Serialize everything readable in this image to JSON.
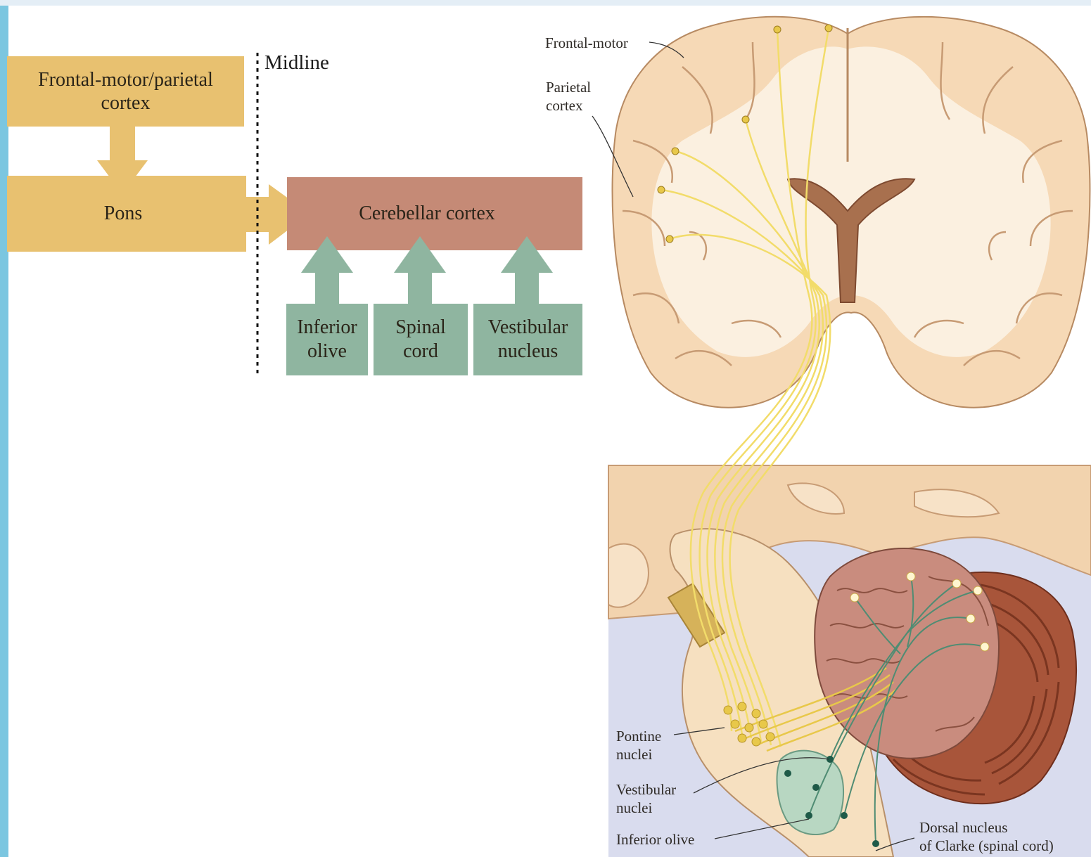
{
  "colors": {
    "yellow_box": "#E8C170",
    "red_box": "#C58A76",
    "green_box": "#8FB5A0",
    "fiber": "#F2DC6A",
    "brain_tissue": "#F6D9B6",
    "brain_white": "#FBF0E0",
    "brainstem_bg": "#D9DCEE",
    "cerebellum_brown": "#A8553A"
  },
  "flow": {
    "top_box": {
      "line1": "Frontal-motor/parietal",
      "line2": "cortex"
    },
    "pons_box": "Pons",
    "midline_label": "Midline",
    "cerebellar_box": "Cerebellar cortex",
    "inputs": [
      {
        "line1": "Inferior",
        "line2": "olive"
      },
      {
        "line1": "Spinal",
        "line2": "cord"
      },
      {
        "line1": "Vestibular",
        "line2": "nucleus"
      }
    ]
  },
  "anatomy": {
    "frontal_motor": "Frontal-motor",
    "parietal": {
      "line1": "Parietal",
      "line2": "cortex"
    },
    "pontine": {
      "line1": "Pontine",
      "line2": "nuclei"
    },
    "vestibular": {
      "line1": "Vestibular",
      "line2": "nuclei"
    },
    "inferior_olive": "Inferior olive",
    "clarke": {
      "line1": "Dorsal nucleus",
      "line2": "of Clarke (spinal cord)"
    }
  }
}
